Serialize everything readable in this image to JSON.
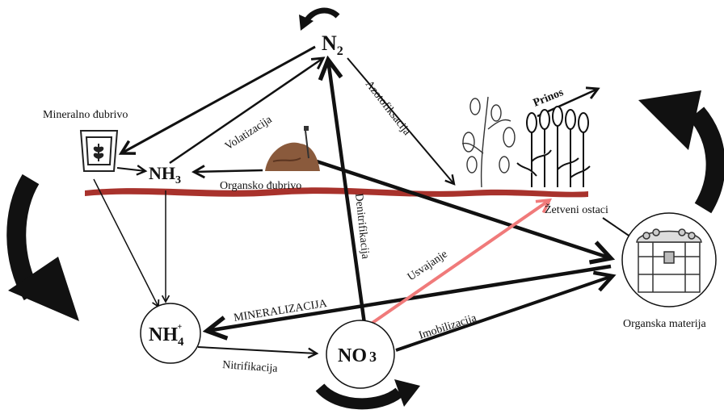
{
  "nodes": {
    "n2": {
      "main": "N",
      "sub": "2"
    },
    "nh3": {
      "main": "NH",
      "sub": "3"
    },
    "nh4": {
      "main": "NH",
      "sub": "4",
      "sup": "+"
    },
    "no3": {
      "main": "NO",
      "sub": "3"
    },
    "mineral_fertilizer": "Mineralno đubrivo",
    "organic_fertilizer": "Organsko đubrivo",
    "organic_matter": "Organska materija",
    "crop_residues": "Žetveni ostaci",
    "yield": "Prinos"
  },
  "processes": {
    "volatilization": "Volatizacija",
    "nitrogen_fixation": "Azotofiksacija",
    "denitrification": "Denitrifikacija",
    "uptake": "Usvajanje",
    "mineralization": "MINERALIZACIJA",
    "immobilization": "Imobilizacija",
    "nitrification": "Nitrifikacija"
  },
  "colors": {
    "arrow": "#111111",
    "uptake_arrow": "#f07a7a",
    "soil_line": "#a8322c",
    "soil_mound": "#8a5a3c"
  },
  "icons": [
    "fertilizer-bag-icon",
    "compost-pile-icon",
    "pea-plant-icon",
    "corn-field-icon",
    "treasure-chest-icon",
    "curved-cycle-arrow-icon"
  ]
}
